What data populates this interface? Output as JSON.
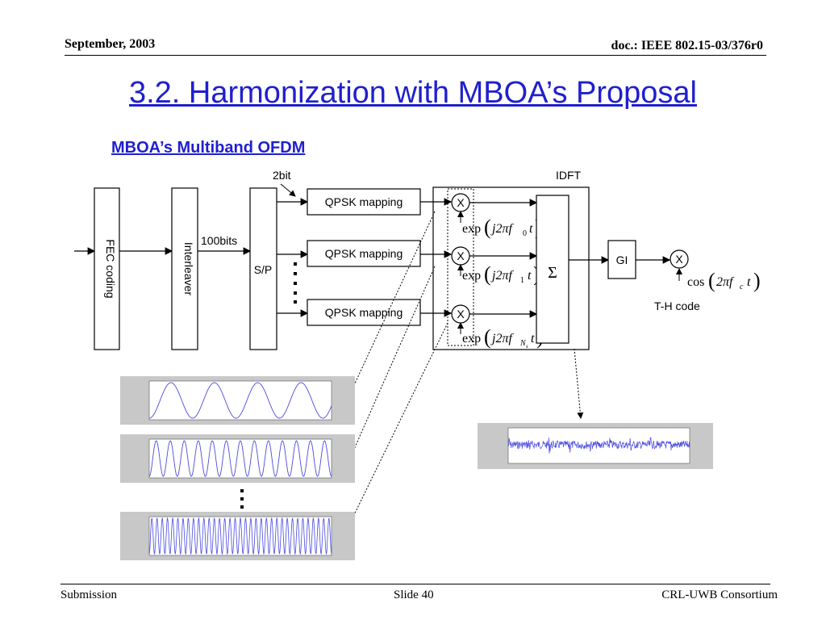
{
  "header": {
    "date": "September, 2003",
    "doc_id": "doc.: IEEE 802.15-03/376r0"
  },
  "title": "3.2. Harmonization with MBOA’s Proposal",
  "subtitle": "MBOA’s Multiband OFDM",
  "diagram": {
    "fec_label": "FEC coding",
    "interleaver_label": "Interleaver",
    "bits_100": "100bits",
    "sp_label": "S/P",
    "bits_2": "2bit",
    "qpsk_labels": [
      "QPSK mapping",
      "QPSK mapping",
      "QPSK mapping"
    ],
    "idft_label": "IDFT",
    "mult_symbol": "X",
    "sigma_symbol": "Σ",
    "gi_label": "GI",
    "th_code_label": "T-H code",
    "exp_prefix": "exp",
    "j2pi": "j2πf",
    "t_label": "t",
    "sub_0": "0",
    "sub_1": "1",
    "sub_N": "N",
    "sub_s": "s",
    "cos_prefix": "cos",
    "two_pi": "2πf",
    "sub_c": "c",
    "ellipsis_v": "⋮"
  },
  "footer": {
    "left": "Submission",
    "center": "Slide 40",
    "right": "CRL-UWB Consortium"
  }
}
